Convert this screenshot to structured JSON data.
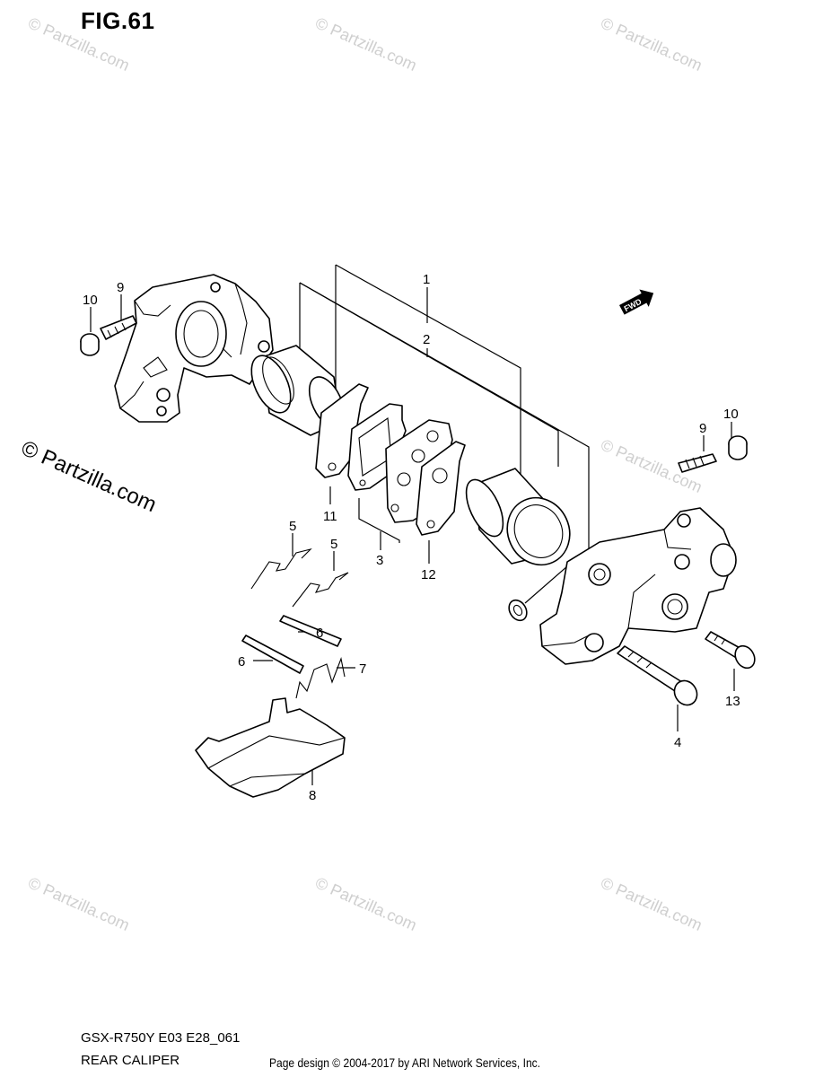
{
  "figure": {
    "title": "FIG.61",
    "model_code": "GSX-R750Y E03 E28_061",
    "caption": "REAR CALIPER",
    "credit": "Page design © 2004-2017 by ARI Network Services, Inc."
  },
  "fwd_marker": "FWD",
  "watermarks": {
    "small": "© Partzilla.com",
    "large": "© Partzilla.com"
  },
  "callouts": {
    "c1": "1",
    "c2": "2",
    "c3": "3",
    "c4": "4",
    "c5a": "5",
    "c5b": "5",
    "c6a": "6",
    "c6b": "6",
    "c7": "7",
    "c8": "8",
    "c9a": "9",
    "c9b": "9",
    "c10a": "10",
    "c10b": "10",
    "c11": "11",
    "c12": "12",
    "c13": "13"
  }
}
